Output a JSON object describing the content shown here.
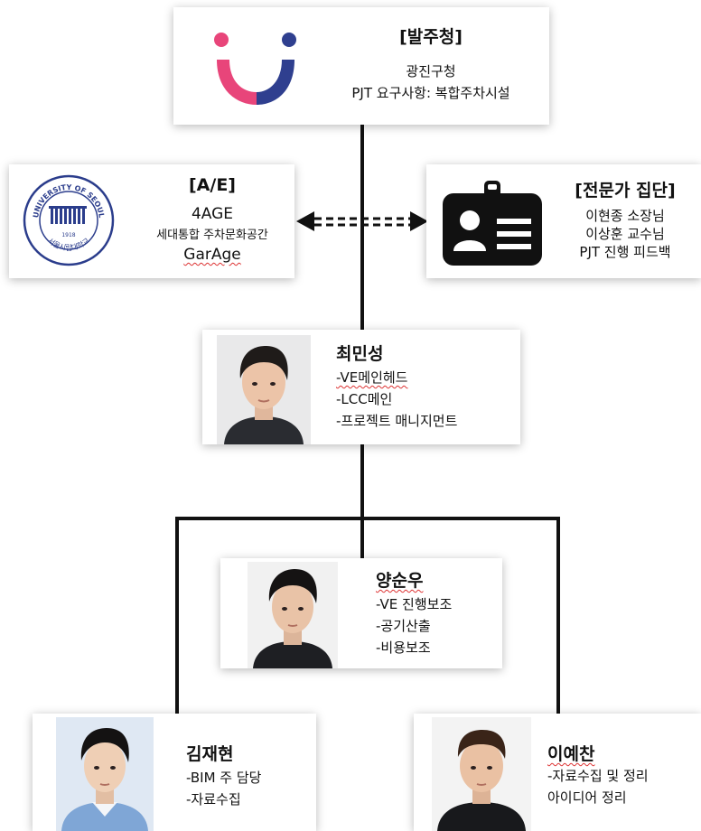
{
  "client": {
    "title": "[발주청]",
    "line1": "광진구청",
    "line2": "PJT 요구사항: 복합주차시설",
    "colors": {
      "left": "#e8457a",
      "right": "#2f3f8f"
    }
  },
  "ae": {
    "title": "[A/E]",
    "line1": "4AGE",
    "line2": "세대통합 주차문화공간",
    "line3": "GarAge",
    "seal": {
      "top": "UNIVERSITY OF SEOUL",
      "year": "1918",
      "bottom": "서울시립대학교"
    }
  },
  "experts": {
    "title": "[전문가 집단]",
    "line1": "이현종 소장님",
    "line2": "이상훈 교수님",
    "line3": "PJT 진행 피드백"
  },
  "leader": {
    "name": "최민성",
    "items": [
      "-VE메인헤드",
      "-LCC메인",
      "-프로젝트 매니지먼트"
    ]
  },
  "member_center": {
    "name": "양순우",
    "items": [
      "-VE 진행보조",
      "-공기산출",
      "-비용보조"
    ]
  },
  "member_left": {
    "name": "김재현",
    "items": [
      "-BIM 주 담당",
      "-자료수집"
    ]
  },
  "member_right": {
    "name": "이예찬",
    "items": [
      "-자료수집 및 정리",
      "아이디어 정리"
    ]
  }
}
